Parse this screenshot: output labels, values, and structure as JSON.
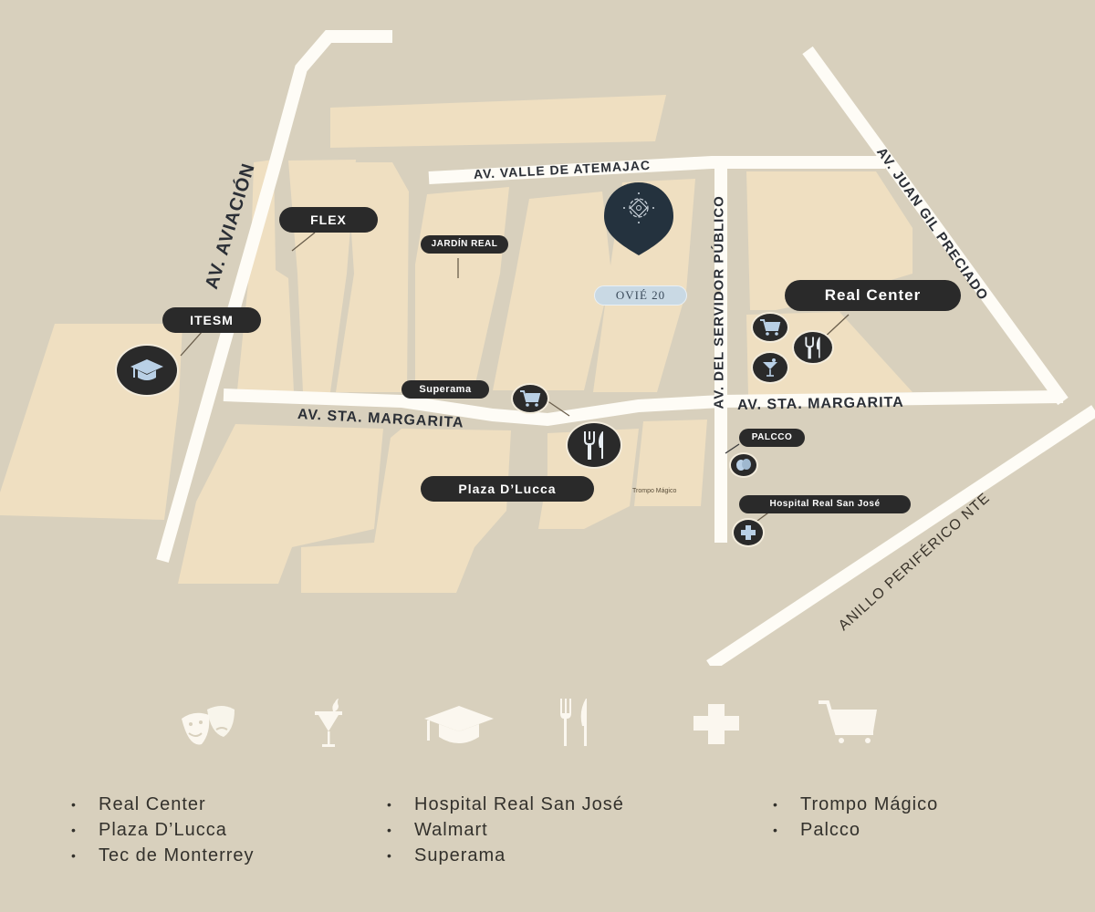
{
  "map": {
    "colors": {
      "background": "#d8d0bd",
      "block": "#efdfc1",
      "road": "#fefcf6",
      "pill": "#2a2a2a",
      "pin": "#24323e",
      "ovie_badge": "#c9d9e4"
    },
    "streets": [
      {
        "id": "aviacion",
        "label": "AV. AVIACIÓN"
      },
      {
        "id": "valle",
        "label": "AV. VALLE DE ATEMAJAC"
      },
      {
        "id": "servidor",
        "label": "AV. DEL SERVIDOR PÚBLICO"
      },
      {
        "id": "juangil",
        "label": "AV. JUAN GIL PRECIADO"
      },
      {
        "id": "margarita_w",
        "label": "AV.  STA. MARGARITA"
      },
      {
        "id": "margarita_e",
        "label": "AV.  STA. MARGARITA"
      },
      {
        "id": "periferico",
        "label": "ANILLO PERIFÉRICO NTE"
      }
    ],
    "places": {
      "flex": "FLEX",
      "jardin_real": "JARDÍN REAL",
      "itesm": "ITESM",
      "superama": "Superama",
      "plaza_dlucca": "Plaza D’Lucca",
      "real_center": "Real Center",
      "palcco": "PALCCO",
      "hospital": "Hospital Real San José",
      "trompo": "Trompo Mágico"
    },
    "project_badge": "OVIÉ 20",
    "pin_icon": "compass-target-icon"
  },
  "legend": {
    "icons": [
      {
        "name": "theater-masks-icon",
        "category": "Entertainment"
      },
      {
        "name": "cocktail-icon",
        "category": "Bars"
      },
      {
        "name": "graduation-cap-icon",
        "category": "Education"
      },
      {
        "name": "fork-knife-icon",
        "category": "Restaurants"
      },
      {
        "name": "medical-cross-icon",
        "category": "Health"
      },
      {
        "name": "shopping-cart-icon",
        "category": "Shopping"
      }
    ],
    "columns": [
      [
        "Real Center",
        "Plaza D’Lucca",
        "Tec de Monterrey"
      ],
      [
        "Hospital Real San José",
        "Walmart",
        "Superama"
      ],
      [
        "Trompo Mágico",
        "Palcco"
      ]
    ],
    "bullet": "•"
  }
}
